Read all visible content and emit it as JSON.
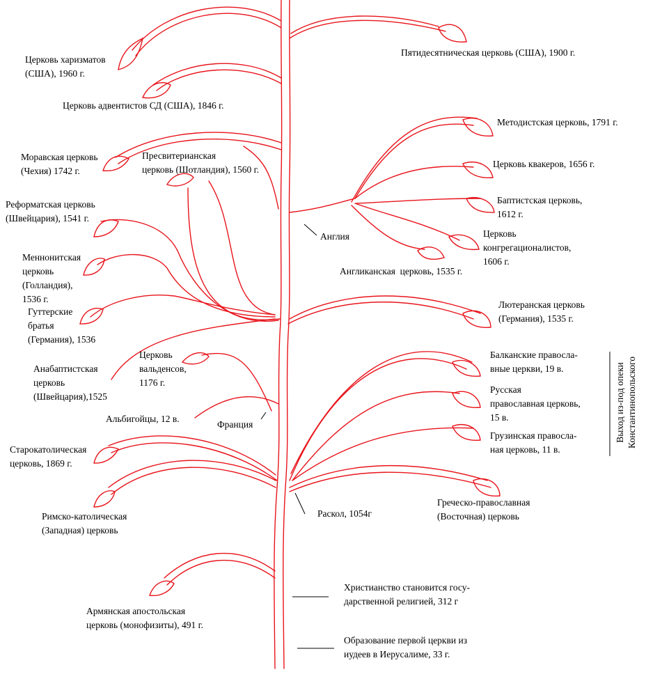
{
  "colors": {
    "branch": "#e8141b",
    "text": "#000000",
    "rule": "#000000"
  },
  "labels": {
    "charismatic": "Церковь харизматов\n(США), 1960 г.",
    "pentecostal": "Пятидесятническая церковь (США), 1900 г.",
    "adventist": "Церковь адвентистов СД (США), 1846 г.",
    "methodist": "Методистская церковь, 1791 г.",
    "moravian": "Моравская церковь\n(Чехия) 1742 г.",
    "presbyterian": "Пресвитерианская\nцерковь (Шотландия), 1560 г.",
    "quaker": "Церковь квакеров, 1656 г.",
    "baptist": "Баптистская церковь,\n1612 г.",
    "reformed": "Реформатская церковь\n(Швейцария), 1541 г.",
    "congregational": "Церковь\nконгрегационалистов,\n1606 г.",
    "england": "Англия",
    "mennonite": "Меннонитская\nцерковь\n(Голландия),\n1536 г.",
    "anglican": "Англиканская  церковь, 1535 г.",
    "hutterite": "Гуттерские\nбратья\n(Германия), 1536",
    "lutheran": "Лютеранская церковь\n(Германия), 1535 г.",
    "waldensian": "Церковь\nвальденсов,\n1176 г.",
    "anabaptist": "Анабаптистская\nцерковь\n(Швейцария),1525",
    "balkan": "Балканские правосла-\nвные церкви, 19 в.",
    "russian": "Русская\nправославная церковь,\n15 в.",
    "albigensian": "Альбигойцы, 12 в.",
    "france": "Франция",
    "georgian": "Грузинская правосла-\nная церковь, 11 в.",
    "old_catholic": "Старокатолическая\nцерковь, 1869 г.",
    "roman_catholic": "Римско-католическая\n(Западная) церковь",
    "schism": "Раскол, 1054г",
    "greek_orthodox": "Греческо-православная\n(Восточная) церковь",
    "state_religion": "Христианство становится госу-\nдарственной религией, 312 г",
    "armenian": "Армянская апостольская\nцерковь (монофизиты), 491 г.",
    "first_church": "Образование первой церкви из\nиудеев в Иерусалиме, 33 г.",
    "constantinople_side": "Выход из-под опеки\nКонстантинопольского"
  }
}
